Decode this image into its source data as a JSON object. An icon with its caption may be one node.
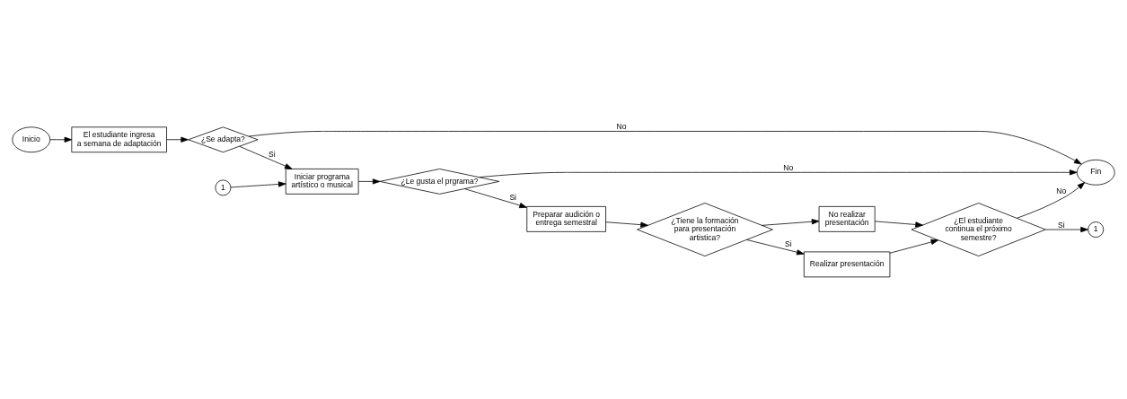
{
  "diagram": {
    "nodes": [
      {
        "text": [
          "Inicio"
        ]
      },
      {
        "text": [
          "El estudiante ingresa a semana de adaptación"
        ]
      },
      {
        "text": [
          "¿Se adapta?"
        ]
      },
      {
        "text": [
          "1"
        ]
      },
      {
        "text": [
          "Iniciar programa artístico o musical"
        ]
      },
      {
        "text": [
          "¿Le gusta el prgrama?"
        ]
      },
      {
        "text": [
          "Preparar audición o entrega semestral"
        ]
      },
      {
        "text": [
          "¿Tiene la formación para presentación artistica?"
        ]
      },
      {
        "text": [
          "No realizar presentación"
        ]
      },
      {
        "text": [
          "Realizar presentación"
        ]
      },
      {
        "text": [
          "¿El estudiante continua el próximo semestre?"
        ]
      },
      {
        "text": [
          "1"
        ]
      },
      {
        "text": [
          "Fin"
        ]
      }
    ],
    "edges": [
      {
        "from": 0,
        "to": 1,
        "arrow": "to"
      },
      {
        "from": 1,
        "to": 2,
        "arrow": "to"
      },
      {
        "from": 2,
        "to": 4,
        "arrow": "to",
        "label": "Si"
      },
      {
        "from": 3,
        "to": 4,
        "arrow": "to"
      },
      {
        "from": 4,
        "to": 5,
        "arrow": "to"
      },
      {
        "from": 5,
        "to": 6,
        "arrow": "to",
        "label": "Si"
      },
      {
        "from": 6,
        "to": 7,
        "arrow": "to"
      },
      {
        "from": 7,
        "to": 8,
        "arrow": "to"
      },
      {
        "from": 7,
        "to": 9,
        "arrow": "to",
        "label": "Si"
      },
      {
        "from": 8,
        "to": 10,
        "arrow": "to"
      },
      {
        "from": 9,
        "to": 10,
        "arrow": "to"
      },
      {
        "from": 10,
        "to": 12,
        "arrow": "to",
        "label": "No"
      },
      {
        "from": 10,
        "to": 11,
        "arrow": "to",
        "label": "Si"
      },
      {
        "from": 2,
        "to": 12,
        "arrow": "to",
        "label": "No"
      },
      {
        "from": 5,
        "to": 12,
        "arrow": "to",
        "label": "No"
      }
    ]
  }
}
